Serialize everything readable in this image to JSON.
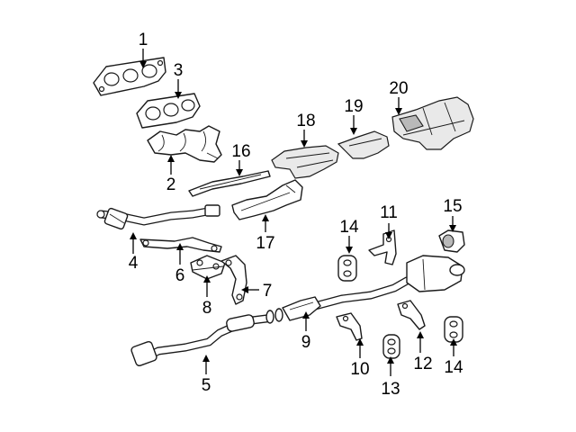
{
  "diagram": {
    "callouts": {
      "c1": "1",
      "c2": "2",
      "c3": "3",
      "c4": "4",
      "c5": "5",
      "c6": "6",
      "c7": "7",
      "c8": "8",
      "c9": "9",
      "c10": "10",
      "c11": "11",
      "c12": "12",
      "c13": "13",
      "c14a": "14",
      "c14b": "14",
      "c15": "15",
      "c16": "16",
      "c17": "17",
      "c18": "18",
      "c19": "19",
      "c20": "20"
    }
  }
}
